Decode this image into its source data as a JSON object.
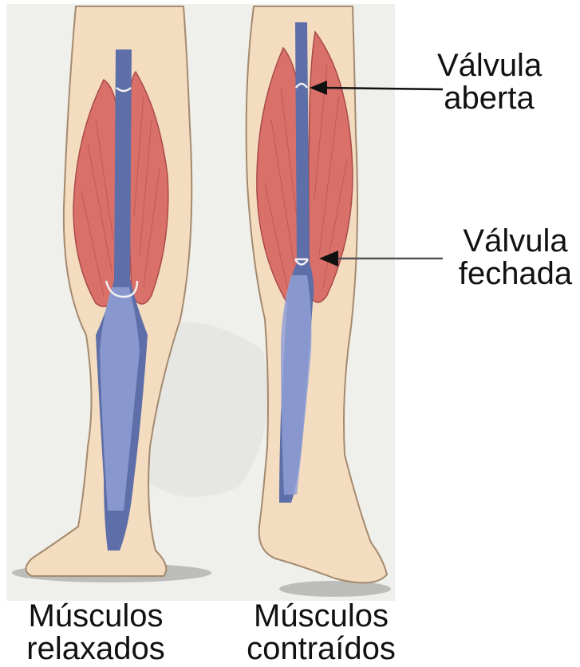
{
  "labels": {
    "valve_open": [
      "Válvula",
      "aberta"
    ],
    "valve_closed": [
      "Válvula",
      "fechada"
    ],
    "relaxed": [
      "Músculos",
      "relaxados"
    ],
    "contracted": [
      "Músculos",
      "contraídos"
    ]
  },
  "colors": {
    "skin": "#f4dcc0",
    "skin_outline": "#a48a6e",
    "muscle": "#d9706a",
    "muscle_fiber": "#a84a48",
    "vein_dark": "#5e6ea8",
    "vein_light": "#8fa0d6",
    "valve": "#f2f2f2",
    "arrow": "#111111",
    "paper": "#eeeeea"
  }
}
